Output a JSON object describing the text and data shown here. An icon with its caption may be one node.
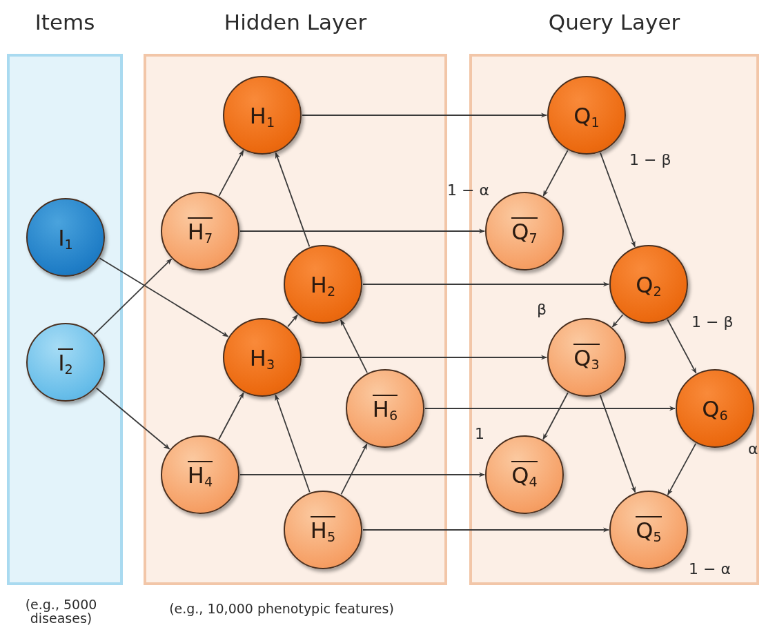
{
  "diagram": {
    "nodes": [
      {
        "text": [
          "Items"
        ],
        "beside": [
          "(e.g., 5000 diseases)"
        ]
      },
      {
        "text": [
          "Hidden Layer"
        ],
        "beside": [
          "(e.g., 10,000 phenotypic features)"
        ]
      },
      {
        "text": [
          "Query Layer"
        ]
      },
      {
        "text": [
          "I$_{1}$"
        ],
        "in": 0
      },
      {
        "text": [
          "I$_{2}$"
        ],
        "in": 0
      },
      {
        "text": [
          "H$_{1}$"
        ],
        "in": 1
      },
      {
        "text": [
          "H$_{7}$"
        ],
        "in": 1
      },
      {
        "text": [
          "H$_{2}$"
        ],
        "in": 1
      },
      {
        "text": [
          "H$_{3}$"
        ],
        "in": 1
      },
      {
        "text": [
          "H$_{6}$"
        ],
        "in": 1
      },
      {
        "text": [
          "H$_{4}$"
        ],
        "in": 1
      },
      {
        "text": [
          "H$_{5}$"
        ],
        "in": 1
      },
      {
        "text": [
          "Q$_{1}$"
        ],
        "in": 2,
        "beside": [
          "1 − β"
        ]
      },
      {
        "text": [
          "Q$_{7}$"
        ],
        "in": 2,
        "beside": [
          "1 − α"
        ]
      },
      {
        "text": [
          "Q$_{2}$"
        ],
        "in": 2,
        "beside": [
          "1 − β"
        ]
      },
      {
        "text": [
          "Q$_{3}$"
        ],
        "in": 2,
        "beside": [
          "β"
        ]
      },
      {
        "text": [
          "Q$_{6}$"
        ],
        "in": 2,
        "beside": [
          "α"
        ]
      },
      {
        "text": [
          "Q$_{4}$"
        ],
        "in": 2,
        "beside": [
          "1"
        ]
      },
      {
        "text": [
          "Q$_{5}$"
        ],
        "in": 2,
        "beside": [
          "1 − α"
        ]
      }
    ],
    "edges": [
      {
        "from": 3,
        "to": 8,
        "arrow": "to"
      },
      {
        "from": 4,
        "to": 6,
        "arrow": "to"
      },
      {
        "from": 4,
        "to": 10,
        "arrow": "to"
      },
      {
        "from": 6,
        "to": 5,
        "arrow": "to"
      },
      {
        "from": 7,
        "to": 5,
        "arrow": "to"
      },
      {
        "from": 8,
        "to": 7,
        "arrow": "to"
      },
      {
        "from": 9,
        "to": 7,
        "arrow": "to"
      },
      {
        "from": 10,
        "to": 8,
        "arrow": "to"
      },
      {
        "from": 11,
        "to": 8,
        "arrow": "to"
      },
      {
        "from": 11,
        "to": 9,
        "arrow": "to"
      },
      {
        "from": 5,
        "to": 12,
        "arrow": "to"
      },
      {
        "from": 6,
        "to": 13,
        "arrow": "to"
      },
      {
        "from": 7,
        "to": 14,
        "arrow": "to"
      },
      {
        "from": 8,
        "to": 15,
        "arrow": "to"
      },
      {
        "from": 9,
        "to": 16,
        "arrow": "to"
      },
      {
        "from": 10,
        "to": 17,
        "arrow": "to"
      },
      {
        "from": 11,
        "to": 18,
        "arrow": "to"
      },
      {
        "from": 12,
        "to": 13,
        "arrow": "to"
      },
      {
        "from": 12,
        "to": 14,
        "arrow": "to"
      },
      {
        "from": 14,
        "to": 15,
        "arrow": "to"
      },
      {
        "from": 14,
        "to": 16,
        "arrow": "to"
      },
      {
        "from": 15,
        "to": 17,
        "arrow": "to"
      },
      {
        "from": 15,
        "to": 18,
        "arrow": "to"
      },
      {
        "from": 16,
        "to": 18,
        "arrow": "to"
      }
    ]
  }
}
